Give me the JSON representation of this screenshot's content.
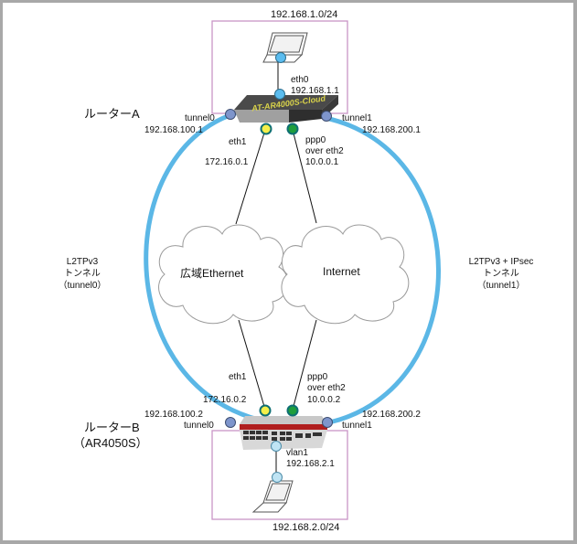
{
  "colors": {
    "tunnel_line": "#5bb7e6",
    "lan_box_border": "#c994c7",
    "port_blue_gray": "#7e95cc",
    "port_light_blue": "#bfe4f4",
    "port_cyan": "#5bbcef",
    "port_yellow": "#f4ef4a",
    "port_green": "#1e9e3c",
    "port_ring_teal": "#0e6f73",
    "frame_gray": "#a8a8a8"
  },
  "router_a": {
    "name": "ルーターA",
    "device_label": "AT-AR4000S-Cloud",
    "lan": {
      "network": "192.168.1.0/24",
      "interface": "eth0",
      "ip": "192.168.1.1"
    },
    "tunnel0": {
      "name": "tunnel0",
      "ip": "192.168.100.1"
    },
    "tunnel1": {
      "name": "tunnel1",
      "ip": "192.168.200.1"
    },
    "eth1": {
      "name": "eth1",
      "ip": "172.16.0.1"
    },
    "ppp0": {
      "name": "ppp0",
      "over": "over eth2",
      "ip": "10.0.0.1"
    }
  },
  "router_b": {
    "name": "ルーターB",
    "model": "（AR4050S）",
    "lan": {
      "network": "192.168.2.0/24",
      "interface": "vlan1",
      "ip": "192.168.2.1"
    },
    "tunnel0": {
      "name": "tunnel0",
      "ip": "192.168.100.2"
    },
    "tunnel1": {
      "name": "tunnel1",
      "ip": "192.168.200.2"
    },
    "eth1": {
      "name": "eth1",
      "ip": "172.16.0.2"
    },
    "ppp0": {
      "name": "ppp0",
      "over": "over eth2",
      "ip": "10.0.0.2"
    }
  },
  "clouds": {
    "wan": "広域Ethernet",
    "internet": "Internet"
  },
  "tunnels": {
    "left": {
      "line1": "L2TPv3",
      "line2": "トンネル",
      "line3": "（tunnel0）"
    },
    "right": {
      "line1": "L2TPv3 + IPsec",
      "line2": "トンネル",
      "line3": "（tunnel1）"
    }
  }
}
